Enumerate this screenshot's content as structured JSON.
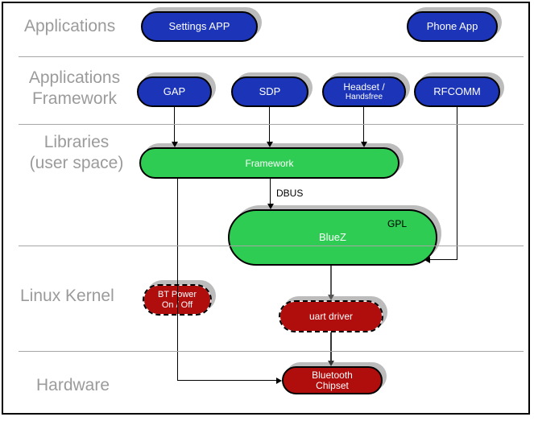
{
  "layers": {
    "applications": {
      "label": "Applications"
    },
    "app_framework": {
      "line1": "Applications",
      "line2": "Framework"
    },
    "libraries": {
      "line1": "Libraries",
      "line2": "(user space)"
    },
    "kernel": {
      "label": "Linux Kernel"
    },
    "hardware": {
      "label": "Hardware"
    }
  },
  "nodes": {
    "settings_app": {
      "label": "Settings APP"
    },
    "phone_app": {
      "label": "Phone App"
    },
    "gap": {
      "label": "GAP"
    },
    "sdp": {
      "label": "SDP"
    },
    "headset": {
      "line1": "Headset /",
      "line2": "Handsfree"
    },
    "rfcomm": {
      "label": "RFCOMM"
    },
    "framework": {
      "label": "Framework"
    },
    "bluez": {
      "label": "BlueZ",
      "license": "GPL"
    },
    "bt_power": {
      "line1": "BT Power",
      "line2": "On / Off"
    },
    "uart_driver": {
      "label": "uart driver"
    },
    "bt_chipset": {
      "line1": "Bluetooth",
      "line2": "Chipset"
    }
  },
  "edges": {
    "dbus_label": "DBUS"
  },
  "colors": {
    "application_node": "#1b34b8",
    "userspace_node": "#2ecc52",
    "kernel_node": "#b00d0d",
    "node_shadow": "#bcbcbc",
    "layer_label": "#9b9b9b",
    "separator": "#a6a6a6"
  }
}
